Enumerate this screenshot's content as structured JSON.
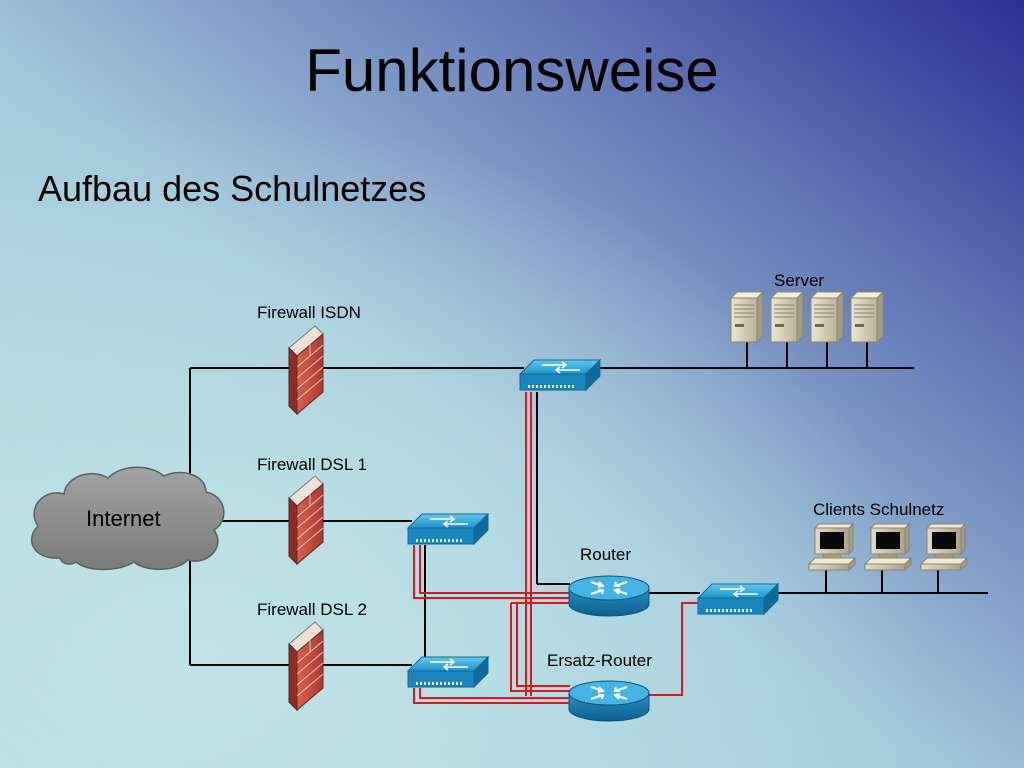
{
  "slide": {
    "title": "Funktionsweise",
    "subtitle": "Aufbau des Schulnetzes"
  },
  "labels": {
    "internet": "Internet",
    "firewall_isdn": "Firewall ISDN",
    "firewall_dsl1": "Firewall DSL 1",
    "firewall_dsl2": "Firewall DSL 2",
    "server": "Server",
    "clients": "Clients Schulnetz",
    "router": "Router",
    "backup_router": "Ersatz-Router"
  },
  "colors": {
    "background_light": "#b9dfe3",
    "background_dark": "#2b2f94",
    "network_line": "#000000",
    "redundant_link": "#e0151b",
    "firewall_brick": "#c0493c",
    "device_blue": "#1d94c9",
    "cloud_gray": "#8c8c8c"
  },
  "icons": {
    "cloud": "cloud-icon",
    "firewall": "firewall-icon",
    "switch": "switch-icon",
    "router": "router-icon",
    "server": "server-icon",
    "workstation": "workstation-icon"
  }
}
